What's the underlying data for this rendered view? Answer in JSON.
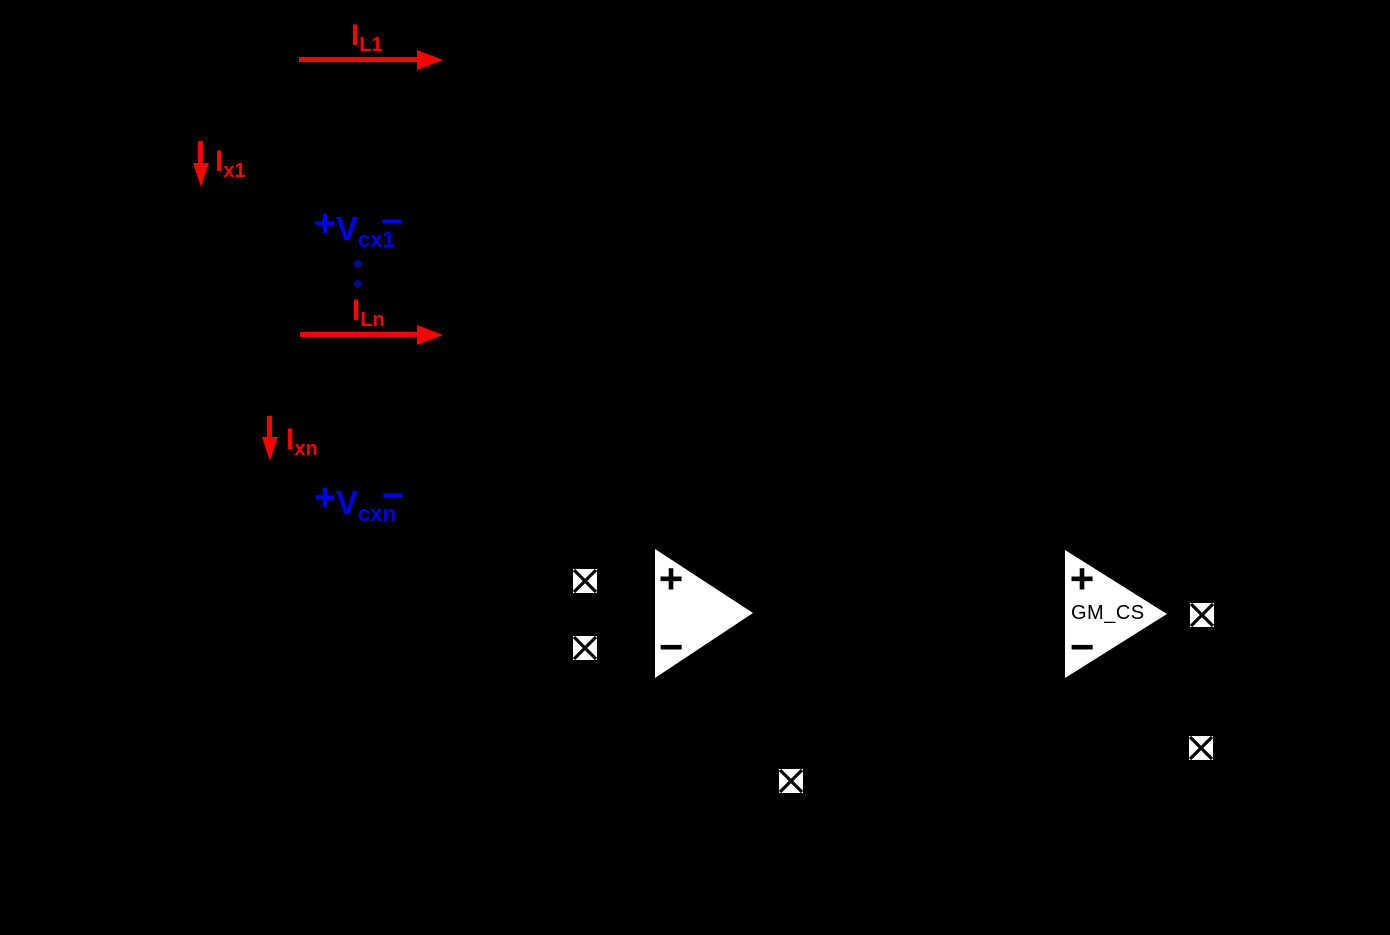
{
  "diagram": {
    "type": "circuit-schematic",
    "background": "#000000"
  },
  "colors": {
    "current_red": "#FF0000",
    "voltage_blue": "#0000EE",
    "ellipsis_blue": "#000D8A",
    "component_white": "#FFFFFF",
    "component_black": "#000000"
  },
  "currents": {
    "il1": {
      "base": "I",
      "sub": "L1"
    },
    "ix1": {
      "base": "I",
      "sub": "x1"
    },
    "iln": {
      "base": "I",
      "sub": "Ln"
    },
    "ixn": {
      "base": "I",
      "sub": "xn"
    }
  },
  "voltages": {
    "vcx1": {
      "plus": "+",
      "base": "V",
      "sub": "cx1",
      "minus": "−"
    },
    "vcxn": {
      "plus": "+",
      "base": "V",
      "sub": "cxn",
      "minus": "−"
    }
  },
  "amplifiers": {
    "error_amp": {
      "plus": "+",
      "minus": "−"
    },
    "gm_cs": {
      "plus": "+",
      "minus": "−",
      "label": "GM_CS"
    }
  }
}
